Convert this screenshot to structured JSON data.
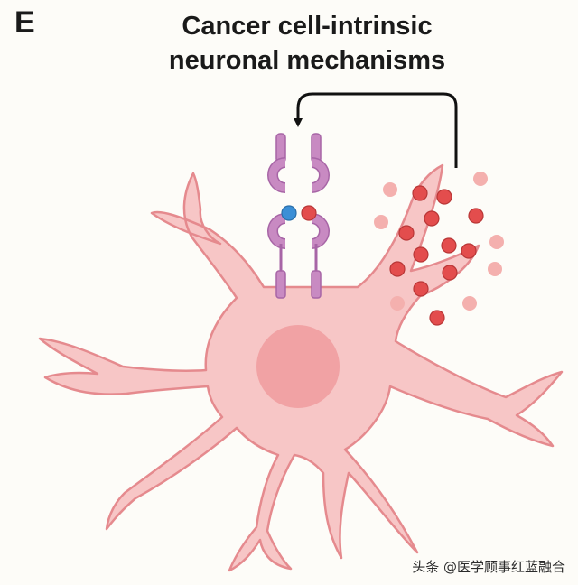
{
  "panel": {
    "letter": "E",
    "title_line1": "Cancer cell-intrinsic",
    "title_line2": "neuronal mechanisms"
  },
  "colors": {
    "neuron_fill": "#f7c6c6",
    "neuron_stroke": "#e58a8e",
    "nucleus": "#f1a2a4",
    "receptor": "#c88ac2",
    "receptor_stroke": "#a765a6",
    "ligand_blue": "#3b8fd6",
    "vesicle_red": "#e34d4d",
    "vesicle_faded": "#f4b0ae",
    "arrow": "#111111"
  },
  "watermark": {
    "text": "头条 @医学顾事红蓝融合"
  }
}
